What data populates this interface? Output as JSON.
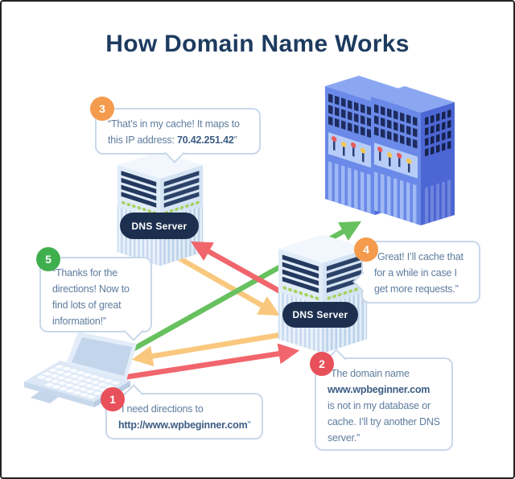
{
  "title": "How Domain Name Works",
  "servers": {
    "left_label": "DNS Server",
    "right_label": "DNS Server"
  },
  "figures": {
    "laptop": "laptop-computer",
    "left_tower": "dns-server-tower",
    "right_tower": "dns-server-tower",
    "racks": "web-server-racks"
  },
  "arrows": [
    {
      "name": "request-laptop-to-dns",
      "color": "#F0666C",
      "from": "laptop",
      "to": "dns-server-right"
    },
    {
      "name": "forward-dns-to-dns",
      "color": "#F0666C",
      "from": "dns-server-right",
      "to": "dns-server-left"
    },
    {
      "name": "answer-dns-to-dns",
      "color": "#F9C87E",
      "from": "dns-server-left",
      "to": "dns-server-right"
    },
    {
      "name": "answer-dns-to-laptop",
      "color": "#F9C87E",
      "from": "dns-server-right",
      "to": "laptop"
    },
    {
      "name": "visit-laptop-to-webserver",
      "color": "#67C15E",
      "from": "laptop",
      "to": "web-server-racks"
    }
  ],
  "colors": {
    "title_text": "#1D3B5F",
    "bubble_border": "#C9D8EA",
    "bubble_text": "#5F7C9E",
    "bubble_text_bold": "#3D5C84",
    "server_label_bg": "#1C2F4F",
    "badge_red": "#E8505A",
    "badge_orange": "#F49B4D",
    "badge_green": "#3FAF4D",
    "arrow_red": "#F0666C",
    "arrow_yellow": "#F9C87E",
    "arrow_green": "#67C15E"
  },
  "bubbles": [
    {
      "step": "1",
      "badge_color": "#E8505A",
      "lines": [
        [
          {
            "t": "“I need directions to"
          }
        ],
        [
          {
            "t": "http://www.wpbeginner.com",
            "b": true
          },
          {
            "t": "”"
          }
        ]
      ]
    },
    {
      "step": "2",
      "badge_color": "#E8505A",
      "lines": [
        [
          {
            "t": "“The domain name"
          }
        ],
        [
          {
            "t": "www.wpbeginner.com",
            "b": true
          }
        ],
        [
          {
            "t": "is not in my database or"
          }
        ],
        [
          {
            "t": "cache. I’ll try another DNS"
          }
        ],
        [
          {
            "t": "server.”"
          }
        ]
      ]
    },
    {
      "step": "3",
      "badge_color": "#F49B4D",
      "lines": [
        [
          {
            "t": "“That’s in my cache! It maps to"
          }
        ],
        [
          {
            "t": "this IP address: "
          },
          {
            "t": "70.42.251.42",
            "b": true
          },
          {
            "t": "”"
          }
        ]
      ]
    },
    {
      "step": "4",
      "badge_color": "#F49B4D",
      "lines": [
        [
          {
            "t": "“Great! I’ll cache that"
          }
        ],
        [
          {
            "t": "for a while in case I"
          }
        ],
        [
          {
            "t": "get more requests.”"
          }
        ]
      ]
    },
    {
      "step": "5",
      "badge_color": "#3FAF4D",
      "lines": [
        [
          {
            "t": "“Thanks for the"
          }
        ],
        [
          {
            "t": "directions! Now to"
          }
        ],
        [
          {
            "t": "find lots of great"
          }
        ],
        [
          {
            "t": "information!”"
          }
        ]
      ]
    }
  ]
}
